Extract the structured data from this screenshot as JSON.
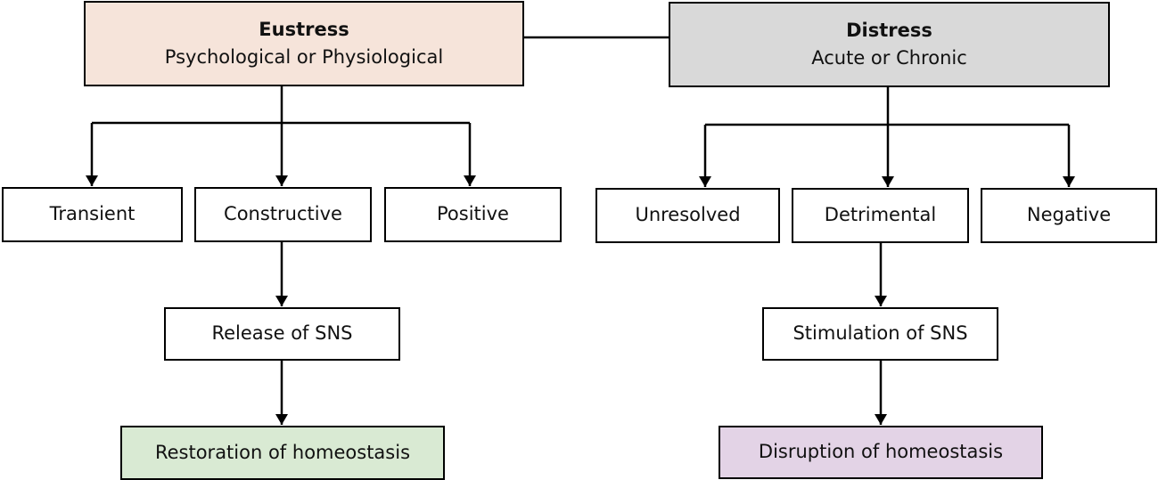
{
  "colors": {
    "eustress_fill": "#f6e4da",
    "distress_fill": "#d9d9d9",
    "restoration_fill": "#d9ead3",
    "disruption_fill": "#e3d3e6",
    "line": "#000000"
  },
  "eustress": {
    "title": "Eustress",
    "subtitle": "Psychological or Physiological",
    "children": [
      "Transient",
      "Constructive",
      "Positive"
    ],
    "process": "Release of SNS",
    "outcome": "Restoration of homeostasis"
  },
  "distress": {
    "title": "Distress",
    "subtitle": "Acute or Chronic",
    "children": [
      "Unresolved",
      "Detrimental",
      "Negative"
    ],
    "process": "Stimulation of SNS",
    "outcome": "Disruption of homeostasis"
  }
}
